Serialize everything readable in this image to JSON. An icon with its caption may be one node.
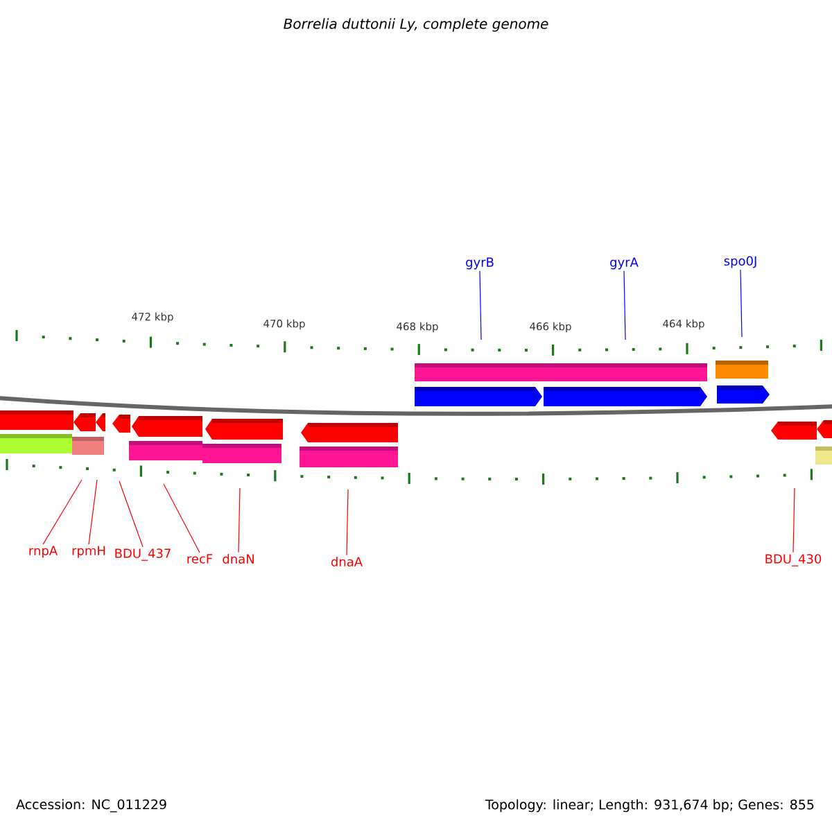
{
  "diagram": {
    "title": "Borrelia duttonii Ly, complete genome",
    "nodes": [
      {
        "text": [
          "gyrB"
        ]
      },
      {
        "text": [
          "gyrA"
        ]
      },
      {
        "text": [
          "spo0J"
        ]
      },
      {
        "text": [
          "rnpA"
        ]
      },
      {
        "text": [
          "rpmH"
        ]
      },
      {
        "text": [
          "BDU_437"
        ]
      },
      {
        "text": [
          "recF"
        ]
      },
      {
        "text": [
          "dnaN"
        ]
      },
      {
        "text": [
          "dnaA"
        ]
      },
      {
        "text": [
          "BDU_430"
        ]
      }
    ],
    "edges": [
      {
        "from": 0,
        "to": null,
        "arrow": "none",
        "color": "#0000ff"
      },
      {
        "from": 1,
        "to": null,
        "arrow": "none",
        "color": "#0000ff"
      },
      {
        "from": 2,
        "to": null,
        "arrow": "none",
        "color": "#0000ff"
      },
      {
        "from": 3,
        "to": null,
        "arrow": "none"
      },
      {
        "from": 4,
        "to": null,
        "arrow": "none"
      },
      {
        "from": 5,
        "to": null,
        "arrow": "none"
      },
      {
        "from": 6,
        "to": null,
        "arrow": "none"
      },
      {
        "from": 7,
        "to": null,
        "arrow": "none"
      },
      {
        "from": 8,
        "to": null,
        "arrow": "none"
      },
      {
        "from": 9,
        "to": null,
        "arrow": "none"
      }
    ],
    "labels": [
      "472 kbp",
      "470 kbp",
      "468 kbp",
      "466 kbp",
      "464 kbp",
      "Accession: NC_011229",
      "Topology: linear; Length: 931,674 bp; Genes: 855"
    ]
  }
}
